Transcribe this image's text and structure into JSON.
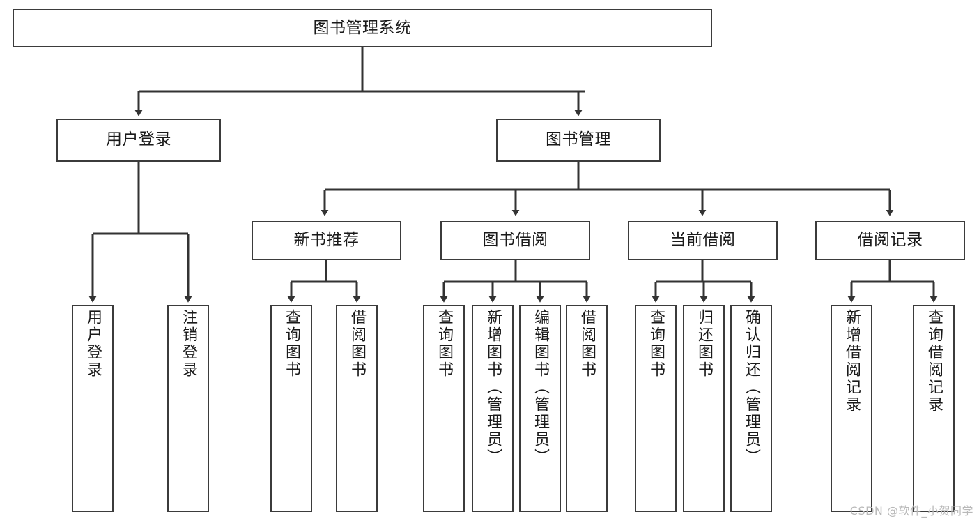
{
  "diagram": {
    "title": "图书管理系统",
    "type": "hierarchy-tree",
    "colors": {
      "box_border": "#3b3b3b",
      "box_fill": "#ffffff",
      "line": "#333333",
      "text": "#1a1a1a",
      "watermark": "#b9b9b9",
      "background": "#ffffff"
    },
    "root": {
      "label": "图书管理系统"
    },
    "level2": [
      {
        "label": "用户登录"
      },
      {
        "label": "图书管理"
      }
    ],
    "level3": [
      {
        "label": "新书推荐"
      },
      {
        "label": "图书借阅"
      },
      {
        "label": "当前借阅"
      },
      {
        "label": "借阅记录"
      }
    ],
    "leaves": {
      "user_login": [
        {
          "label": "用户登录"
        },
        {
          "label": "注销登录"
        }
      ],
      "new_book_recommend": [
        {
          "label": "查询图书"
        },
        {
          "label": "借阅图书"
        }
      ],
      "book_borrow": [
        {
          "label": "查询图书"
        },
        {
          "label": "新增图书（管理员）"
        },
        {
          "label": "编辑图书（管理员）"
        },
        {
          "label": "借阅图书"
        }
      ],
      "current_borrow": [
        {
          "label": "查询图书"
        },
        {
          "label": "归还图书"
        },
        {
          "label": "确认归还（管理员）"
        }
      ],
      "borrow_records": [
        {
          "label": "新增借阅记录"
        },
        {
          "label": "查询借阅记录"
        }
      ]
    }
  },
  "watermark": {
    "text": "CSDN @软件_小贺同学"
  }
}
